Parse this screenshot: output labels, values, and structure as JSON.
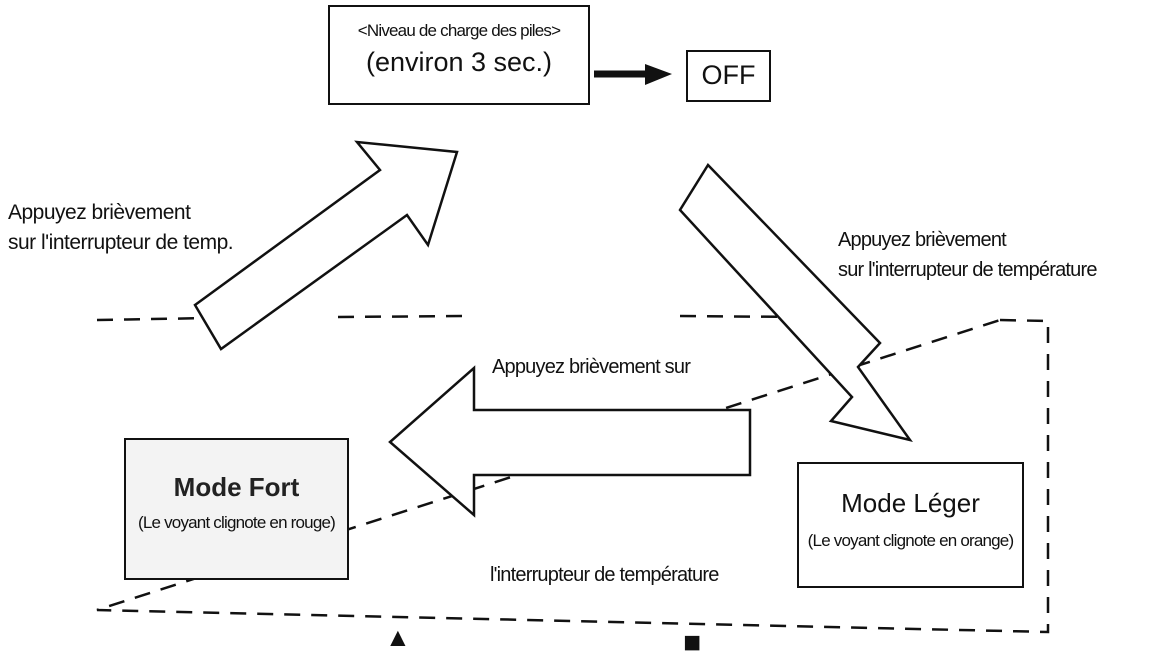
{
  "battery_box": {
    "line1": "<Niveau de charge des piles>",
    "line2": "(environ 3 sec.)"
  },
  "off_box": {
    "label": "OFF"
  },
  "mode_fort": {
    "title": "Mode Fort",
    "subtitle": "(Le voyant clignote en rouge)"
  },
  "mode_leger": {
    "title": "Mode Léger",
    "subtitle": "(Le voyant clignote en orange)"
  },
  "label_left": {
    "line1": "Appuyez brièvement",
    "line2": "sur l'interrupteur de temp."
  },
  "label_right": {
    "line1": "Appuyez brièvement",
    "line2": "sur l'interrupteur de température"
  },
  "label_bottom": {
    "line1": "Appuyez brièvement sur",
    "line2": "l'interrupteur de température"
  },
  "symbols": {
    "triangle": "▲",
    "square": "■"
  }
}
